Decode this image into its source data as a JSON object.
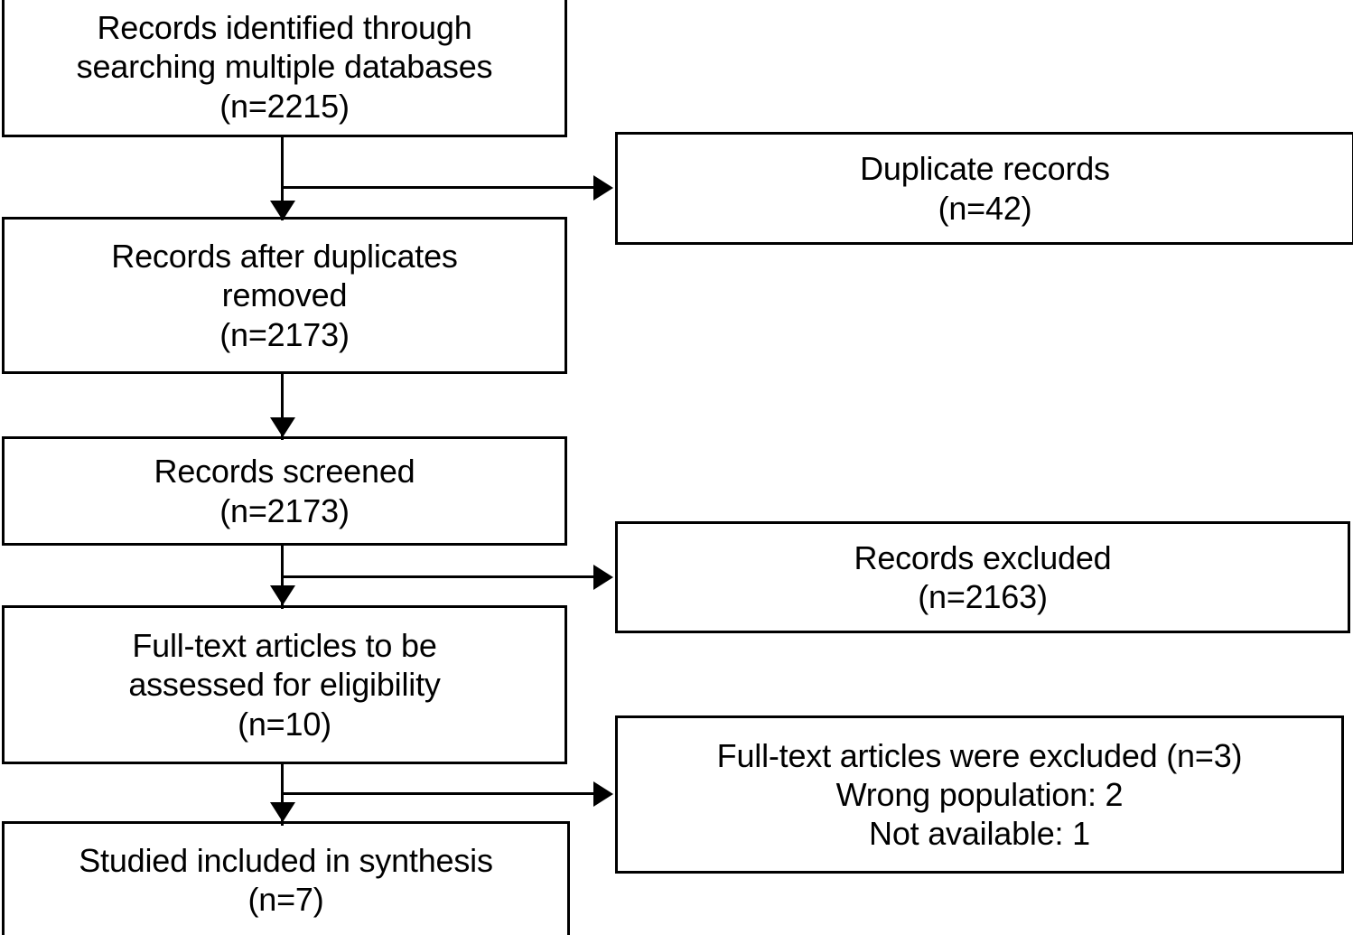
{
  "diagram": {
    "title": "PRISMA study selection flow diagram",
    "type": "flowchart",
    "colors": {
      "background": "#ffffff",
      "border": "#000000",
      "text": "#000000",
      "connector": "#000000"
    },
    "nodes": [
      {
        "id": "identified",
        "column": "main",
        "lines": [
          "Records identified through",
          "searching multiple databases",
          "(n=2215)"
        ],
        "count": 2215
      },
      {
        "id": "duplicates",
        "column": "excluded",
        "lines": [
          "Duplicate records",
          "(n=42)"
        ],
        "count": 42
      },
      {
        "id": "after-duplicates",
        "column": "main",
        "lines": [
          "Records after duplicates",
          "removed",
          "(n=2173)"
        ],
        "count": 2173
      },
      {
        "id": "screened",
        "column": "main",
        "lines": [
          "Records screened",
          "(n=2173)"
        ],
        "count": 2173
      },
      {
        "id": "records-excluded",
        "column": "excluded",
        "lines": [
          "Records excluded",
          "(n=2163)"
        ],
        "count": 2163
      },
      {
        "id": "fulltext-assessed",
        "column": "main",
        "lines": [
          "Full-text articles to be",
          "assessed for eligibility",
          "(n=10)"
        ],
        "count": 10
      },
      {
        "id": "fulltext-excluded",
        "column": "excluded",
        "lines": [
          "Full-text articles were excluded (n=3)",
          "Wrong population: 2",
          "Not available: 1"
        ],
        "count": 3,
        "reasons": [
          {
            "label": "Wrong population",
            "count": 2
          },
          {
            "label": "Not available",
            "count": 1
          }
        ]
      },
      {
        "id": "included",
        "column": "main",
        "lines": [
          "Studied included in synthesis",
          "(n=7)"
        ],
        "count": 7
      }
    ],
    "connectors": [
      {
        "id": "identified-to-after-duplicates",
        "from": "identified",
        "to": "after-duplicates",
        "direction": "down",
        "arrow": "down"
      },
      {
        "id": "identified-to-duplicates",
        "from": "identified",
        "to": "duplicates",
        "direction": "right",
        "arrow": "right"
      },
      {
        "id": "after-duplicates-to-screened",
        "from": "after-duplicates",
        "to": "screened",
        "direction": "down",
        "arrow": "down"
      },
      {
        "id": "screened-to-fulltext",
        "from": "screened",
        "to": "fulltext-assessed",
        "direction": "down",
        "arrow": "down"
      },
      {
        "id": "screened-to-records-excluded",
        "from": "screened",
        "to": "records-excluded",
        "direction": "right",
        "arrow": "right"
      },
      {
        "id": "fulltext-to-included",
        "from": "fulltext-assessed",
        "to": "included",
        "direction": "down",
        "arrow": "down"
      },
      {
        "id": "fulltext-to-fulltext-excluded",
        "from": "fulltext-assessed",
        "to": "fulltext-excluded",
        "direction": "right",
        "arrow": "right"
      }
    ]
  }
}
